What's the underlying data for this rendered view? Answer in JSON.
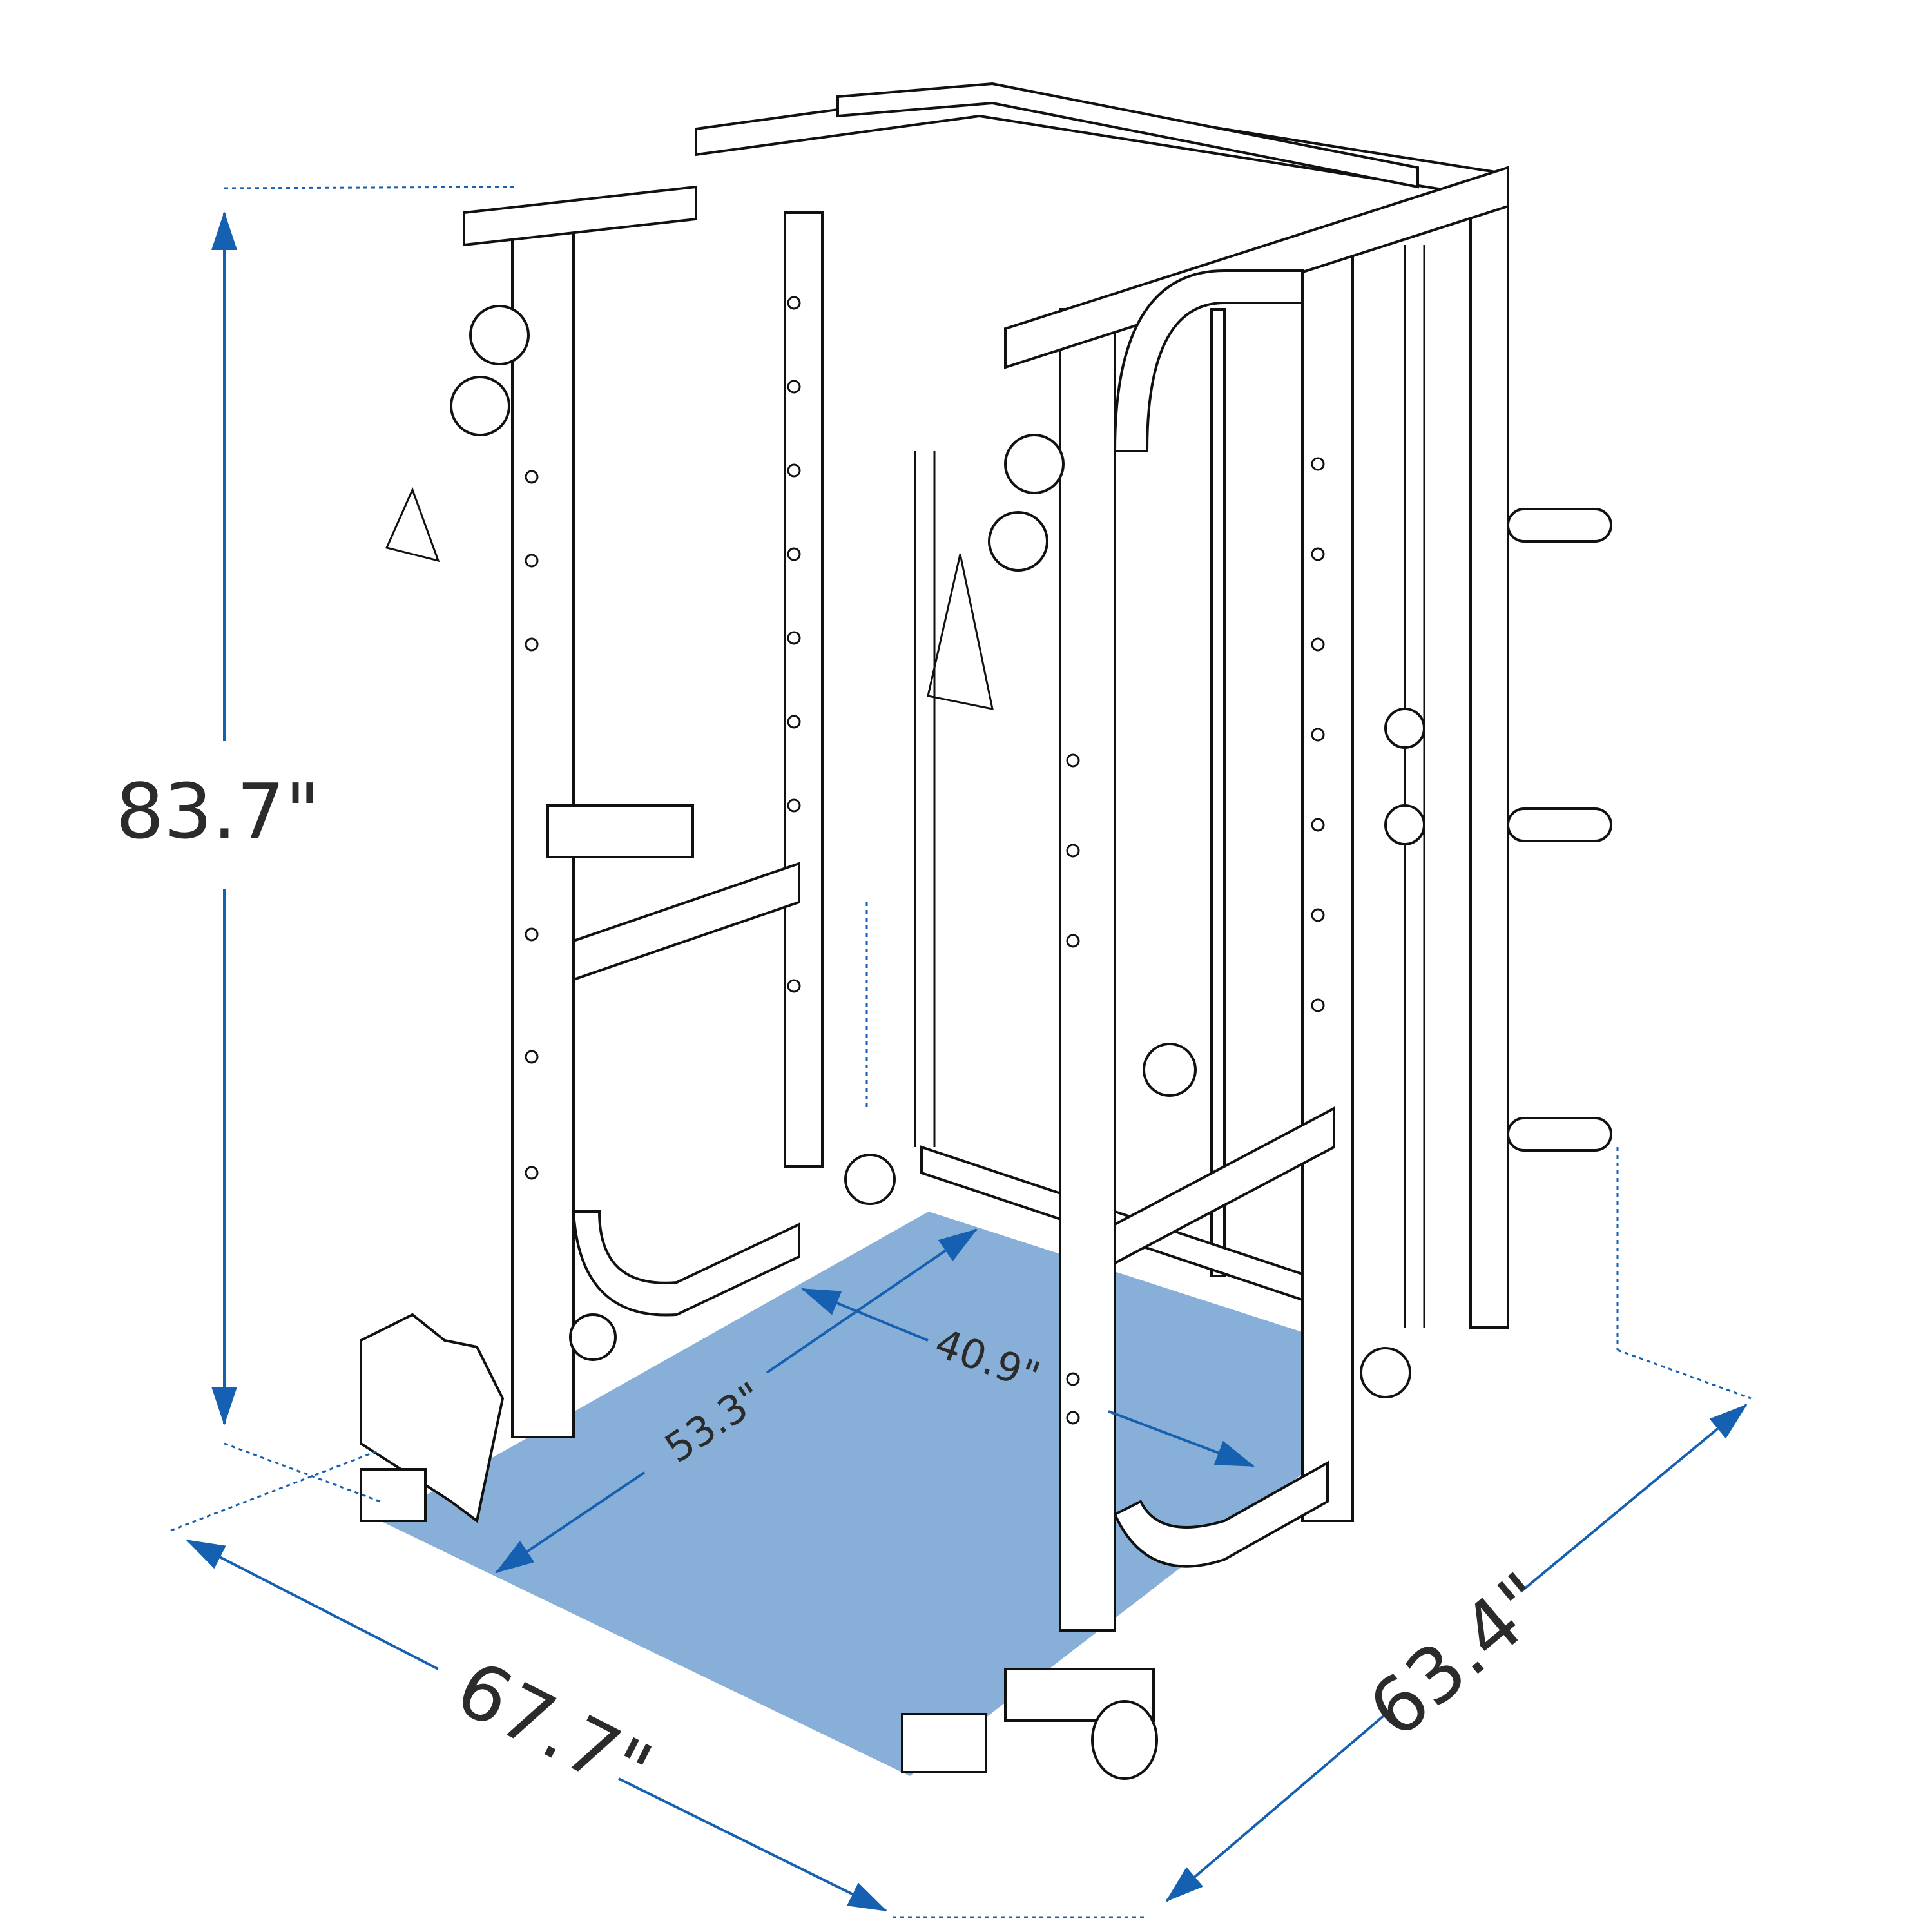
{
  "dimensions": {
    "height": "83.7\"",
    "width": "67.7\"",
    "depth": "63.4\"",
    "inner_depth": "53.3\"",
    "inner_width": "40.9\""
  },
  "colors": {
    "floor": "#87afd8",
    "dimension_line": "#1560b0",
    "label": "#2b2b2b",
    "outline": "#111111"
  }
}
